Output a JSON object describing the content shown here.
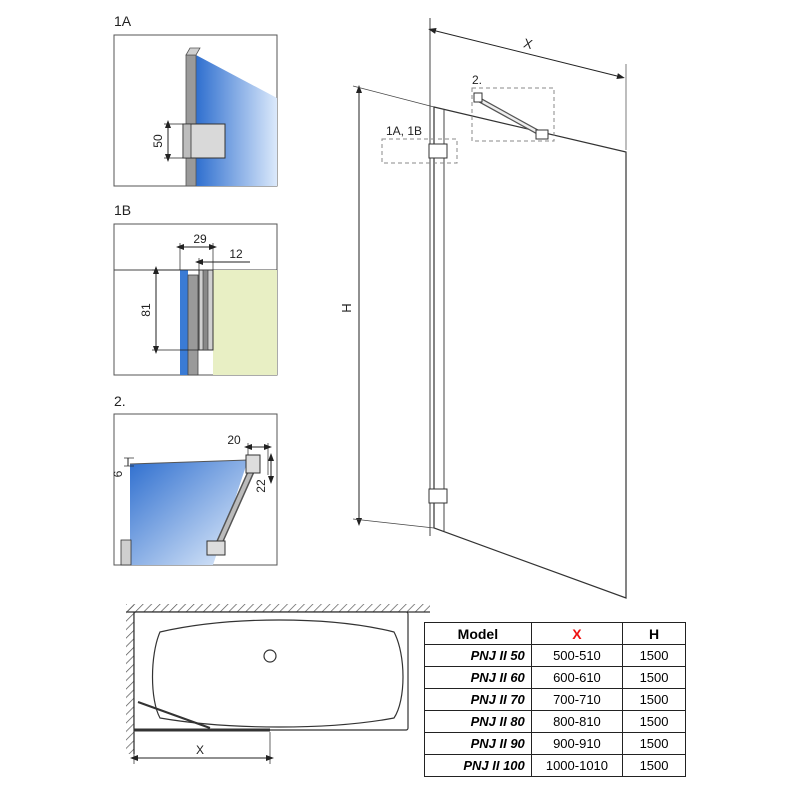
{
  "details": {
    "d1a": {
      "label": "1A",
      "dim_height": "50"
    },
    "d1b": {
      "label": "1B",
      "dim_width_outer": "29",
      "dim_width_inner": "12",
      "dim_height": "81"
    },
    "d2": {
      "label": "2.",
      "dim_width": "20",
      "dim_offset": "6",
      "dim_height": "22"
    }
  },
  "main": {
    "dim_x": "X",
    "dim_h": "H",
    "callout_bracket": "2.",
    "callout_hinge": "1A, 1B"
  },
  "plan": {
    "dim_x": "X"
  },
  "colors": {
    "glass": "#3a7bd5",
    "wall": "#e8efc4",
    "accent_x": "#e11111"
  },
  "table": {
    "headers": [
      "Model",
      "X",
      "H"
    ],
    "rows": [
      {
        "model": "PNJ II 50",
        "x": "500-510",
        "h": "1500"
      },
      {
        "model": "PNJ II 60",
        "x": "600-610",
        "h": "1500"
      },
      {
        "model": "PNJ II 70",
        "x": "700-710",
        "h": "1500"
      },
      {
        "model": "PNJ II 80",
        "x": "800-810",
        "h": "1500"
      },
      {
        "model": "PNJ II 90",
        "x": "900-910",
        "h": "1500"
      },
      {
        "model": "PNJ II 100",
        "x": "1000-1010",
        "h": "1500"
      }
    ]
  }
}
